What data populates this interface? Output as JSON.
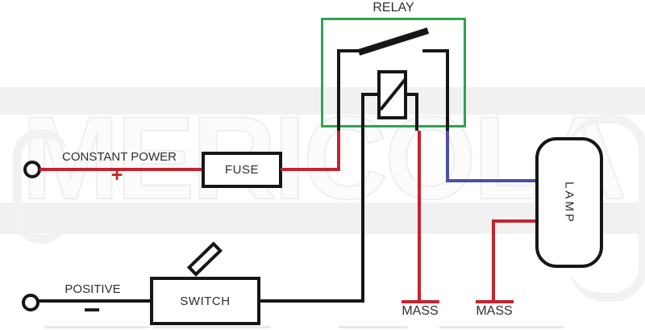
{
  "colors": {
    "wire_red": "#c4242e",
    "wire_black": "#161616",
    "wire_blue": "#4a51a7",
    "relay_green": "#2fa351",
    "text": "#2e2e2e",
    "watermark_band": "#f1f1f1"
  },
  "watermark": {
    "text": "MERICOLA"
  },
  "relay": {
    "label": "RELAY"
  },
  "fuse": {
    "label": "FUSE"
  },
  "switch": {
    "label": "SWITCH"
  },
  "lamp": {
    "label": "LAMP"
  },
  "constant_power": {
    "label": "CONSTANT POWER",
    "polarity": "+"
  },
  "positive": {
    "label": "POSITIVE",
    "polarity": "−"
  },
  "ground_left": {
    "label": "MASS"
  },
  "ground_right": {
    "label": "MASS"
  }
}
